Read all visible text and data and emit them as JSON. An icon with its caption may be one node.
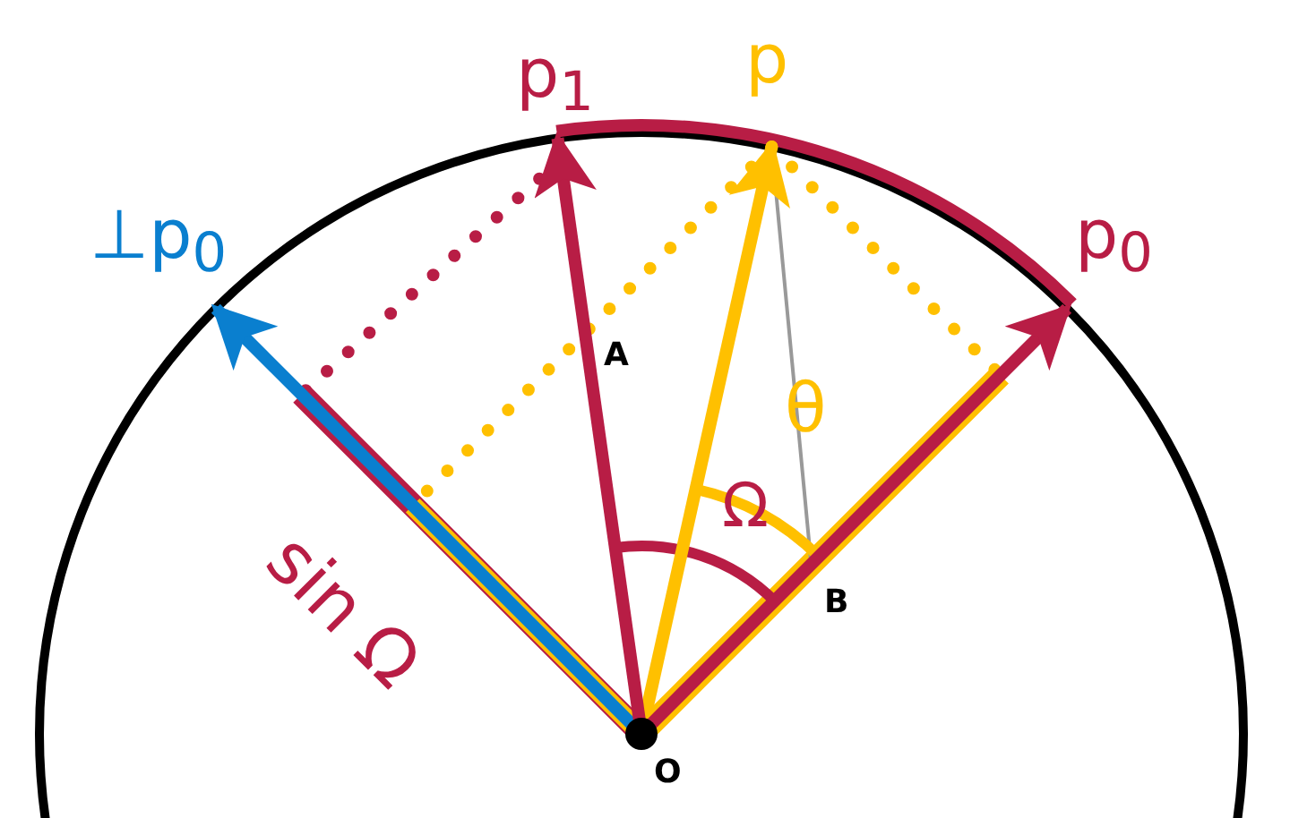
{
  "diagram": {
    "nodes": [
      {
        "text": [],
        "shape": "circle",
        "beside": [
          "O"
        ]
      },
      {
        "text": [
          "p$_{0}$"
        ]
      },
      {
        "text": [
          "p$_{1}$"
        ]
      },
      {
        "text": [
          "p"
        ]
      },
      {
        "text": [
          "⊥p$_{0}$"
        ]
      }
    ],
    "edges": [
      {
        "from": 0,
        "to": 1,
        "arrow": "to"
      },
      {
        "from": 0,
        "to": 2,
        "arrow": "to"
      },
      {
        "from": 0,
        "to": 3,
        "arrow": "to",
        "color": "#ffc000"
      },
      {
        "from": 0,
        "to": 4,
        "arrow": "to",
        "color": "#0a7fcf"
      }
    ],
    "labels": [
      "A",
      "θ",
      "Ω",
      "sin Ω",
      "B"
    ]
  }
}
